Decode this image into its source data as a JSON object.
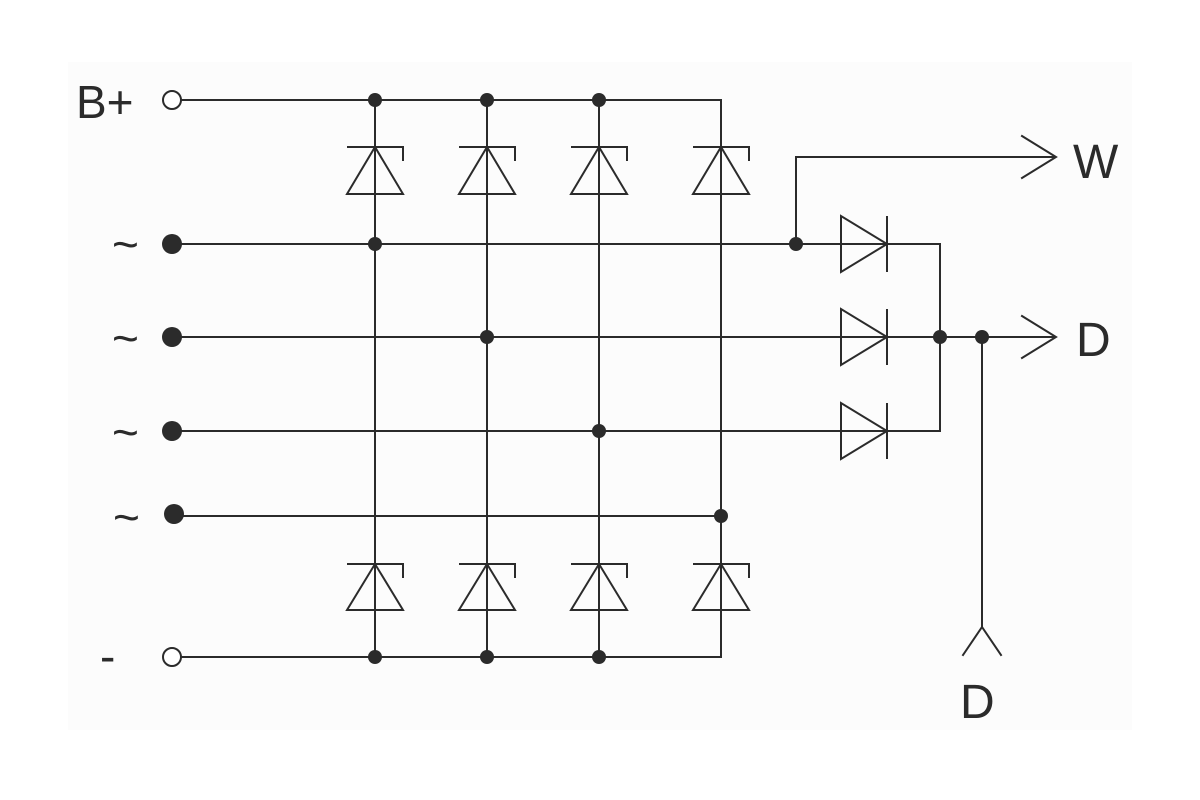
{
  "diagram": {
    "terminals": {
      "b_plus": "B+",
      "ac_1": "~",
      "ac_2": "~",
      "ac_3": "~",
      "ac_4": "~",
      "minus": "-"
    },
    "outputs": {
      "w": "W",
      "d_right": "D",
      "d_bottom": "D"
    }
  },
  "colors": {
    "line": "#2b2b2b",
    "panel": "#fcfcfc",
    "background": "#ffffff"
  }
}
